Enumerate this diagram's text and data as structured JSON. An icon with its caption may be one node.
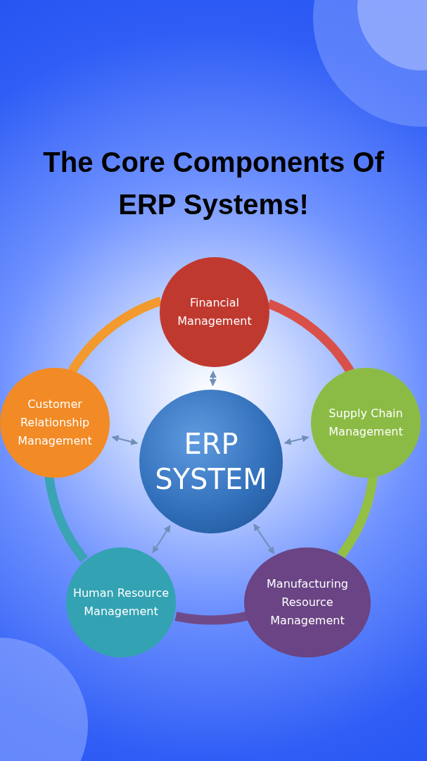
{
  "diagram": {
    "title": "The Core Components Of ERP Systems!",
    "nodes": [
      {
        "text": [
          "ERP SYSTEM"
        ]
      },
      {
        "text": [
          "Financial Management"
        ]
      },
      {
        "text": [
          "Supply Chain Management"
        ]
      },
      {
        "text": [
          "Manufacturing Resource Management"
        ]
      },
      {
        "text": [
          "Human Resource Management"
        ]
      },
      {
        "text": [
          "Customer Relationship Management"
        ]
      }
    ],
    "edges": [
      {
        "from": 0,
        "to": 1,
        "arrow": "both"
      },
      {
        "from": 0,
        "to": 2,
        "arrow": "both"
      },
      {
        "from": 0,
        "to": 3,
        "arrow": "both"
      },
      {
        "from": 0,
        "to": 4,
        "arrow": "both"
      },
      {
        "from": 0,
        "to": 5,
        "arrow": "both"
      },
      {
        "from": 1,
        "to": 2,
        "arrow": "none",
        "style": "thick",
        "color": "#d9504a"
      },
      {
        "from": 2,
        "to": 3,
        "arrow": "none",
        "style": "thick",
        "color": "#94bf45"
      },
      {
        "from": 3,
        "to": 4,
        "arrow": "none",
        "style": "thick",
        "color": "#6f4a88"
      },
      {
        "from": 4,
        "to": 5,
        "arrow": "none",
        "style": "thick",
        "color": "#3aa3b4"
      },
      {
        "from": 5,
        "to": 1,
        "arrow": "none",
        "style": "thick",
        "color": "#f29a2e"
      }
    ]
  }
}
